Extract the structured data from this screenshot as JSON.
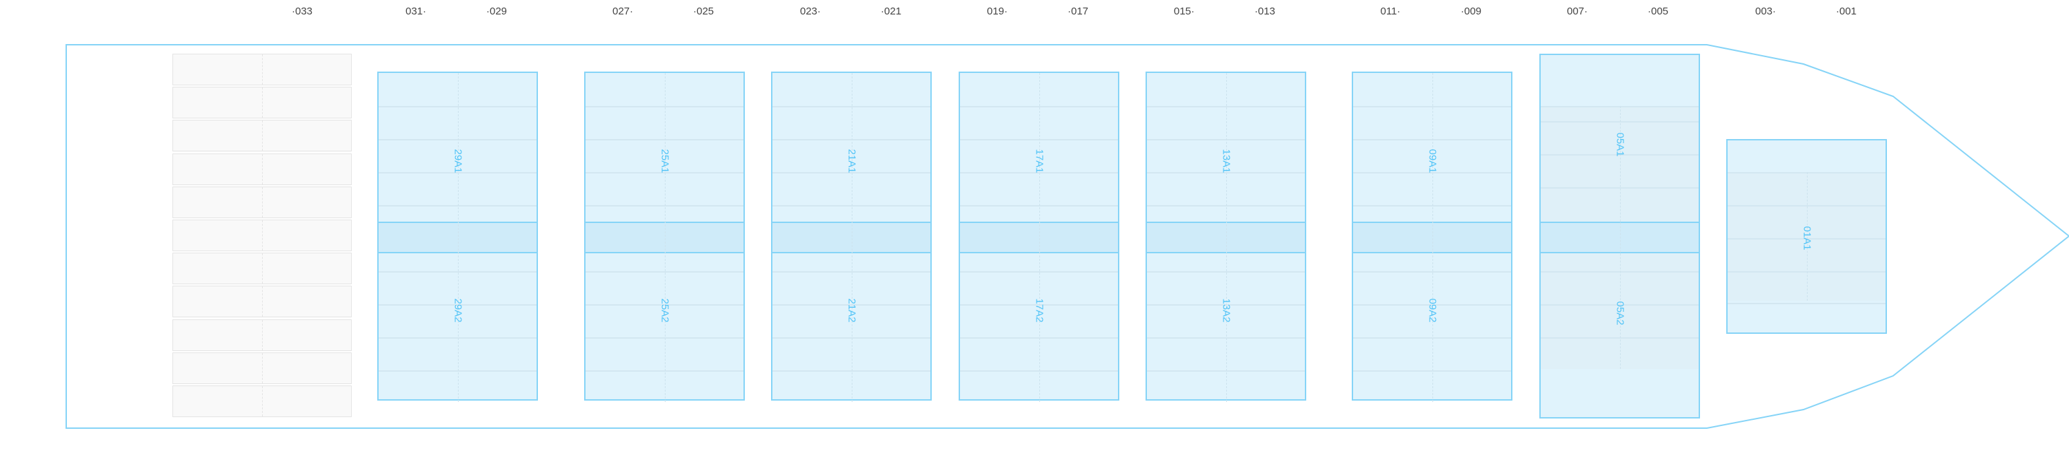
{
  "frame_labels": [
    "·033",
    "031·",
    "·029",
    "027·",
    "·025",
    "023·",
    "·021",
    "019·",
    "·017",
    "015·",
    "·013",
    "011·",
    "·009",
    "007·",
    "·005",
    "003·",
    "·001"
  ],
  "colors": {
    "hull": "#86d4f7",
    "bay_fill": "#e0f3fc",
    "bay_border": "#86d4f7",
    "bay_text": "#4fc3f7",
    "inactive_fill": "#f9f9f9"
  },
  "bays": [
    {
      "id": "29",
      "labels": [
        "29A1",
        "29A2"
      ]
    },
    {
      "id": "25",
      "labels": [
        "25A1",
        "25A2"
      ]
    },
    {
      "id": "21",
      "labels": [
        "21A1",
        "21A2"
      ]
    },
    {
      "id": "17",
      "labels": [
        "17A1",
        "17A2"
      ]
    },
    {
      "id": "13",
      "labels": [
        "13A1",
        "13A2"
      ]
    },
    {
      "id": "09",
      "labels": [
        "09A1",
        "09A2"
      ]
    },
    {
      "id": "05",
      "labels": [
        "05A1",
        "05A2"
      ]
    },
    {
      "id": "01",
      "labels": [
        "01A1"
      ]
    }
  ]
}
